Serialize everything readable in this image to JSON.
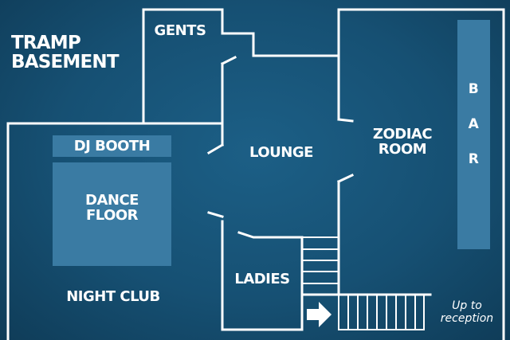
{
  "title": "TRAMP\nBASEMENT",
  "rooms": {
    "gents": "GENTS",
    "dj_booth": "DJ BOOTH",
    "dance_floor": "DANCE\nFLOOR",
    "lounge": "LOUNGE",
    "zodiac_room": "ZODIAC\nROOM",
    "ladies": "LADIES",
    "night_club": "NIGHT CLUB"
  },
  "bar_letters": [
    "B",
    "A",
    "R"
  ],
  "exit_label": "Up to\nreception",
  "colors": {
    "background": "#165073",
    "highlight_block": "#3a7ba3",
    "wall": "#ffffff"
  }
}
